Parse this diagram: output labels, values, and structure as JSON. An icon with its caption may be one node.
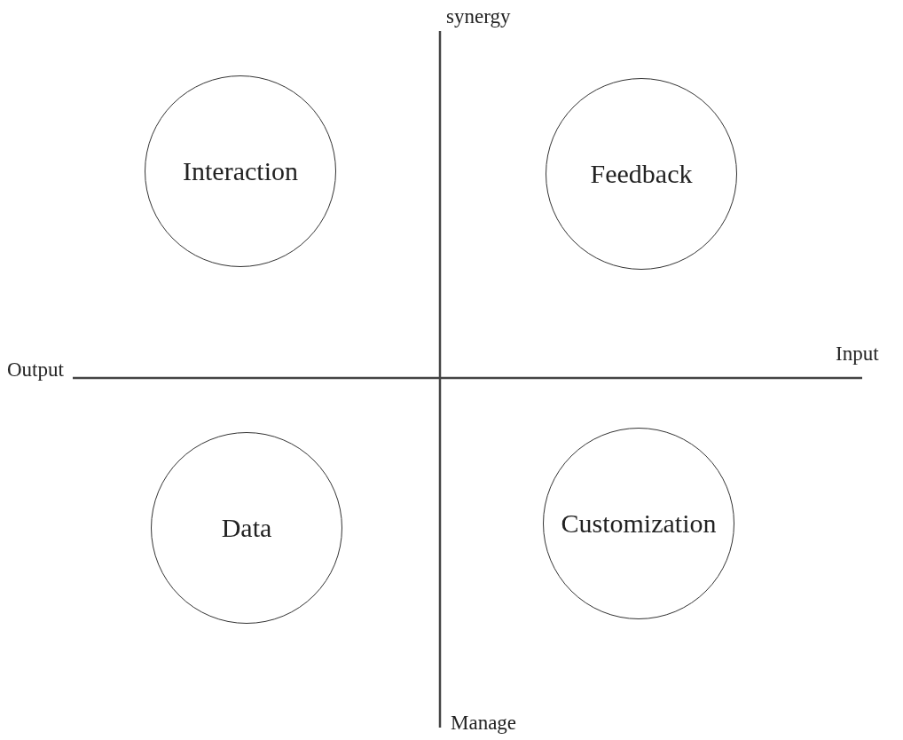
{
  "diagram": {
    "nodes": [
      {
        "text": [
          "Interaction"
        ]
      },
      {
        "text": [
          "Feedback"
        ]
      },
      {
        "text": [
          "Data"
        ]
      },
      {
        "text": [
          "Customization"
        ]
      }
    ],
    "labels": [
      "synergy",
      "Output",
      "Input",
      "Manage"
    ]
  }
}
